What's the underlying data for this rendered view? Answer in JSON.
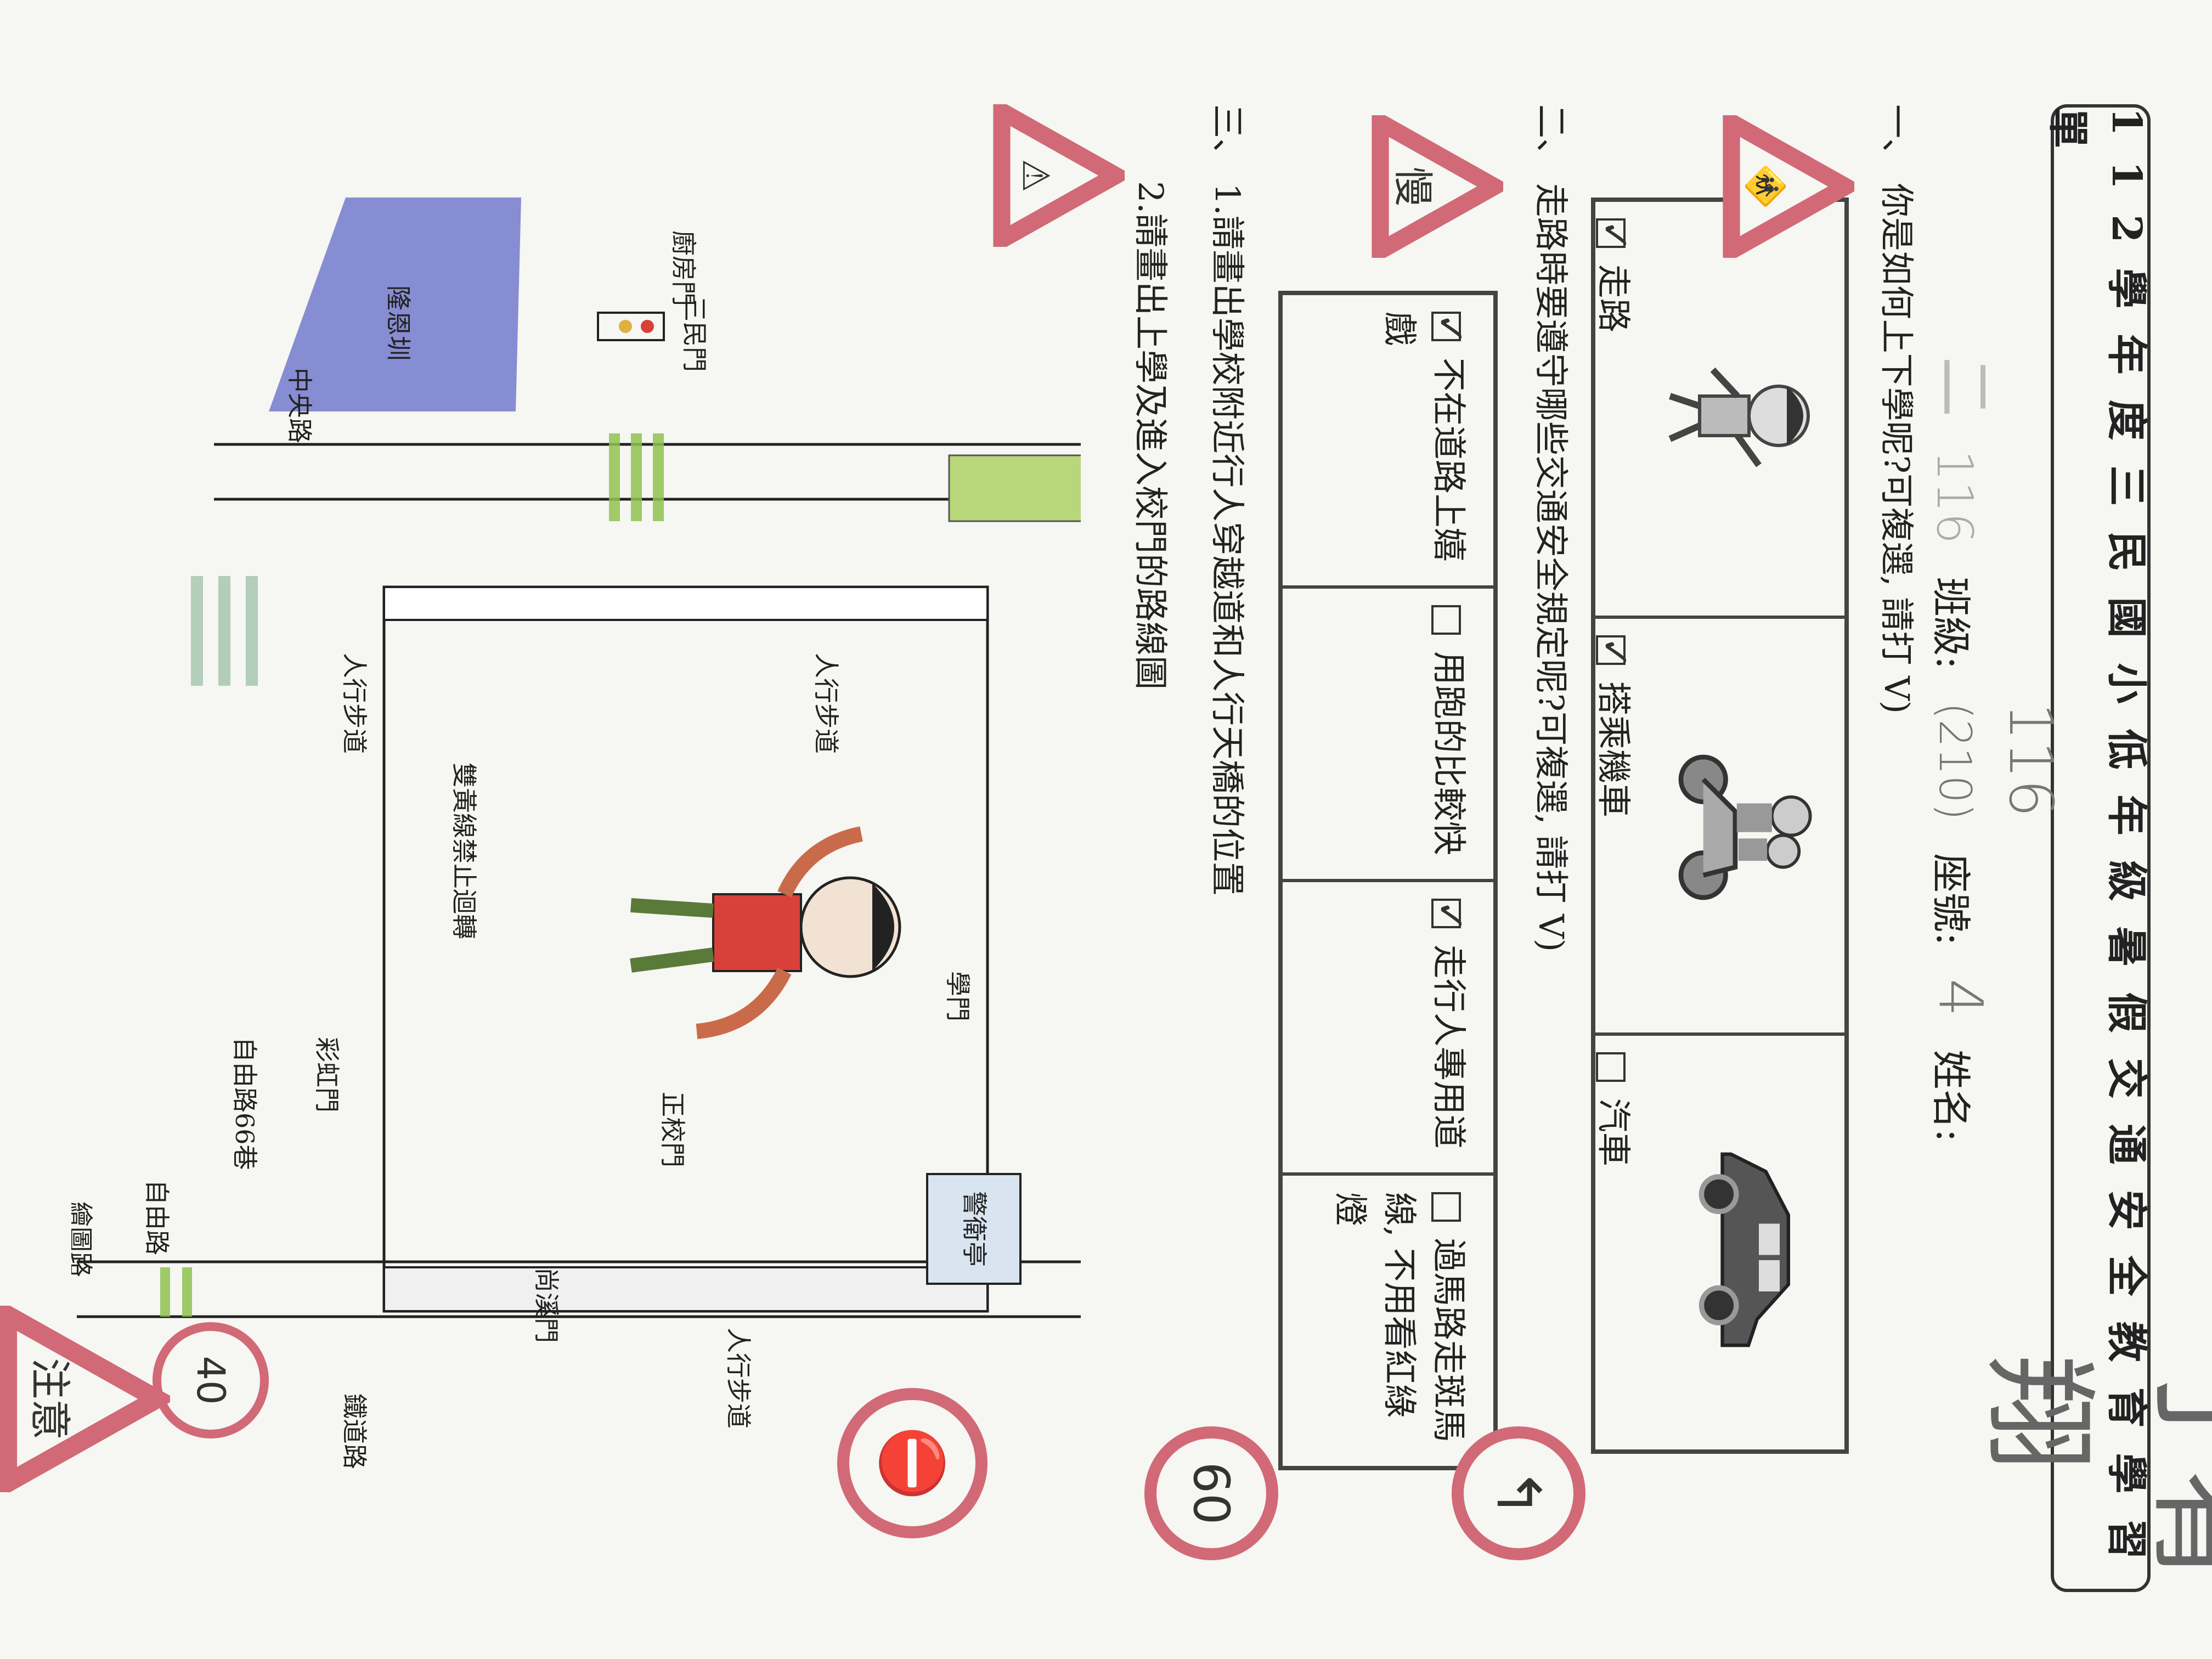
{
  "title": "112學年度三民國小低年級暑假交通安全教育學習單",
  "info": {
    "class_label": "班級:",
    "class_value": "116",
    "class_note": "(210)",
    "seat_label": "座號:",
    "seat_value": "4",
    "name_label": "姓名:",
    "name_value": "丁宥翔",
    "stamp": "二"
  },
  "q1": {
    "number": "一、",
    "text": "你是如何上下學呢?可複選, 請打 V)",
    "options": [
      {
        "label": "走路",
        "checked": true,
        "image": "walking-boy"
      },
      {
        "label": "搭乘機車",
        "checked": true,
        "image": "scooter-family"
      },
      {
        "label": "汽車",
        "checked": false,
        "image": "car"
      }
    ]
  },
  "q2": {
    "number": "二、",
    "text": "走路時要遵守哪些交通安全規定呢?可複選, 請打 V)",
    "options": [
      {
        "label": "不在道路上嬉戲",
        "checked": true
      },
      {
        "label": "用跑的比較快",
        "checked": false
      },
      {
        "label": "走行人專用道",
        "checked": true
      },
      {
        "label": "過馬路走斑馬線, 不用看紅綠燈",
        "checked": false
      }
    ]
  },
  "q3": {
    "number": "三、",
    "text1": "1.請畫出學校附近行人穿越道和人行天橋的位置",
    "text2": "2.請畫出上學及進入校門的路線圖"
  },
  "signs": {
    "speed_limit_a": "60",
    "speed_limit_b": "40",
    "slow_sign": "慢",
    "warning_sign": "注意"
  },
  "map_labels": {
    "road_ziyou": "自由路",
    "road_ziyou_lane": "自由路66巷",
    "road_zhongyang": "中央路",
    "road_tiedao": "鐵道路",
    "road_huitu": "繪圖路",
    "sidewalk_1": "人行步道",
    "sidewalk_2": "人行步道",
    "sidewalk_3": "人行步道",
    "no_uturn": "雙黃線禁止迴轉",
    "gate_main": "正校門",
    "gate_rainbow": "彩虹門",
    "gate_xiaoxi": "尚溪門",
    "gate_sanmin": "三民門",
    "gate_kitchen": "廚房門",
    "canal": "隆恩圳",
    "student_gate": "學門",
    "booth": "警衛亭"
  },
  "colors": {
    "sign_red": "#d16a76",
    "grass_green": "#8fc34f",
    "canal_blue": "#6b73c9",
    "boy_shirt": "#d8413a"
  }
}
